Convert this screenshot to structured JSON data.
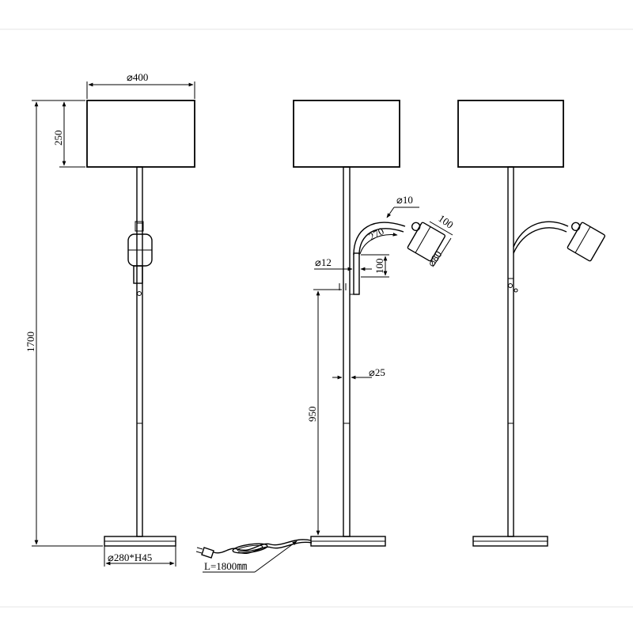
{
  "dimensions": {
    "shade_diameter": "⌀400",
    "shade_height": "250",
    "total_height": "1700",
    "base": "⌀280*H45",
    "cable_length": "L=1800㎜",
    "flex_diameter": "⌀10",
    "flex_angle": "270",
    "spot_length": "100",
    "spot_diameter": "⌀80",
    "arm_diameter": "⌀12",
    "arm_height": "100",
    "pole_diameter": "⌀25",
    "arm_mount_height": "950"
  }
}
